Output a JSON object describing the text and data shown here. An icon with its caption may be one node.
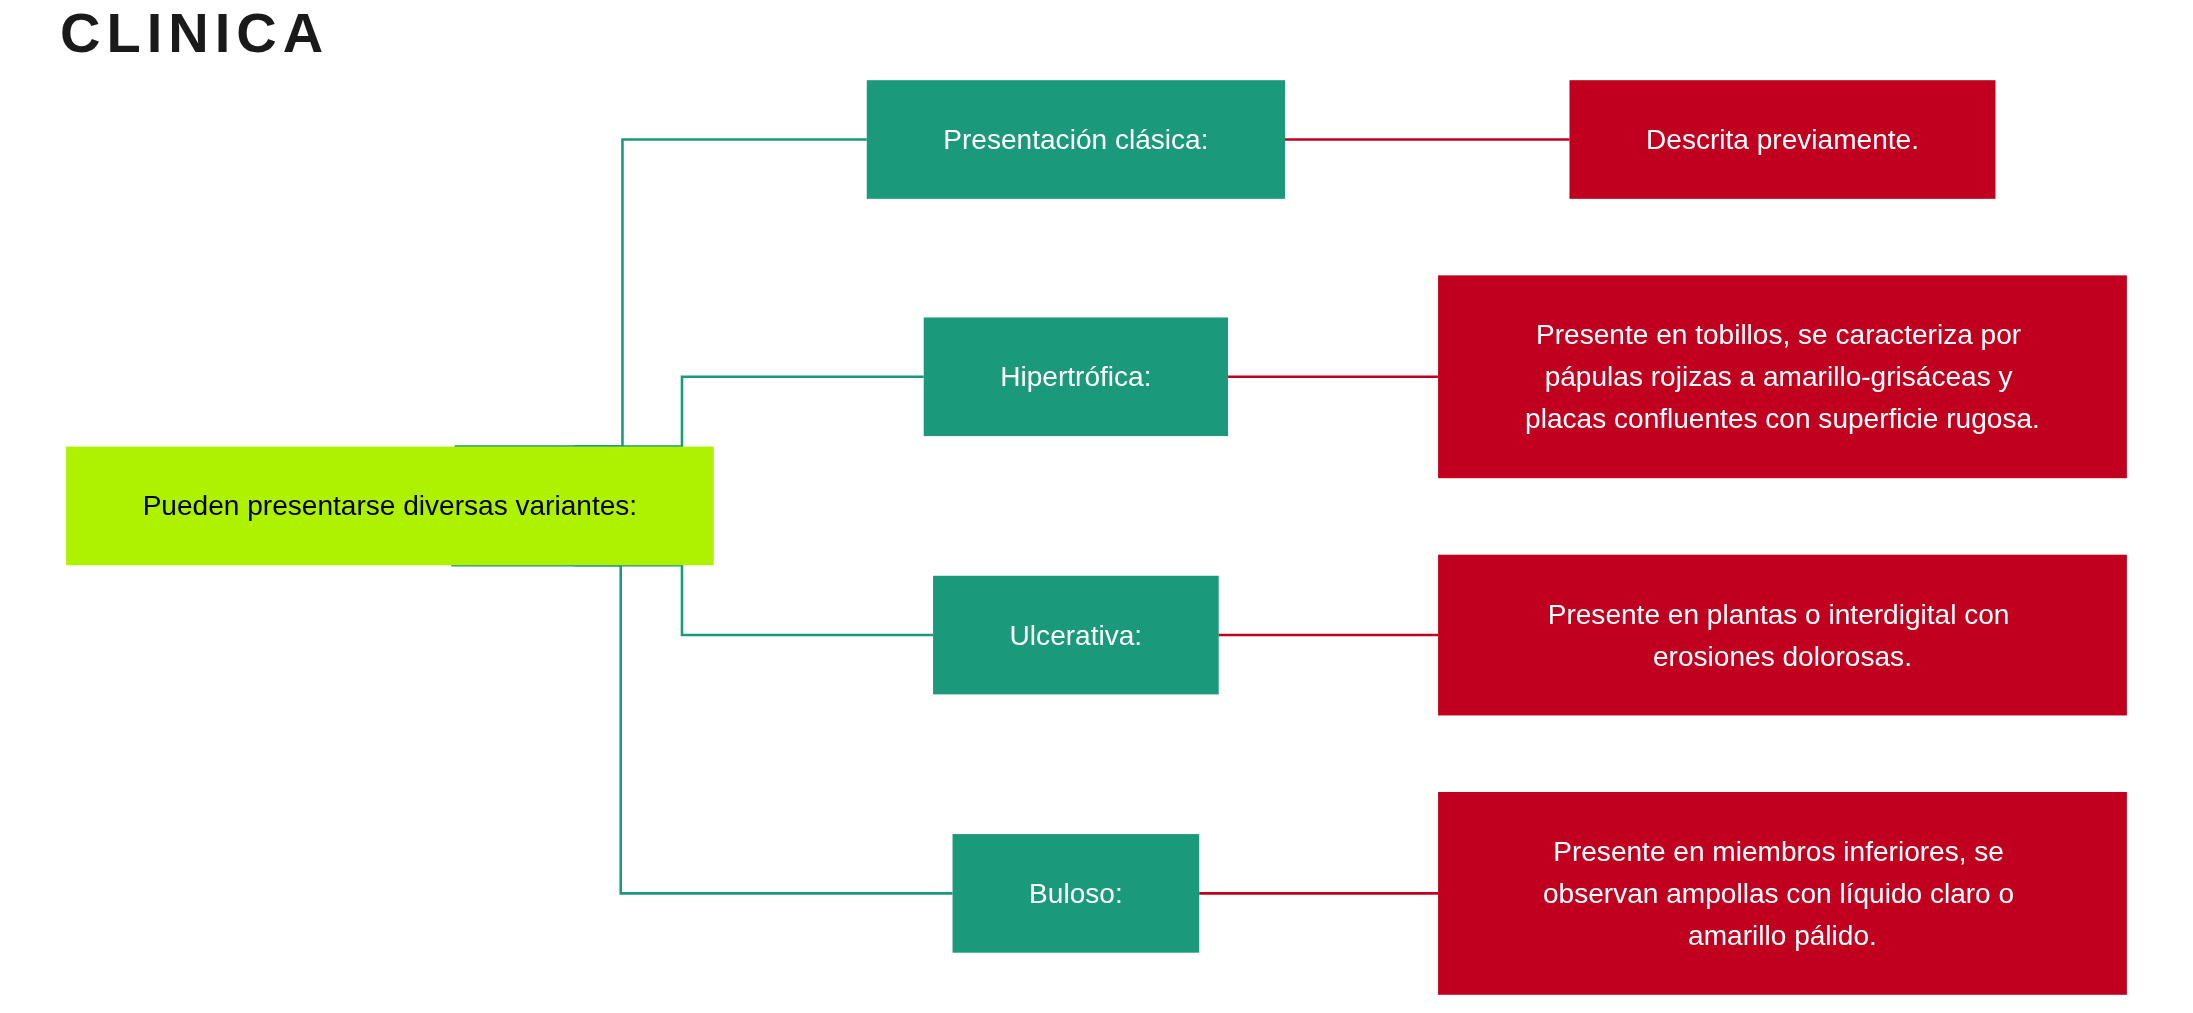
{
  "diagram": {
    "title": "CLINICA",
    "nodes": [
      {
        "text": [
          "Pueden presentarse diversas variantes:"
        ]
      },
      {
        "text": [
          "Presentación clásica:"
        ]
      },
      {
        "text": [
          "Hipertrófica:"
        ]
      },
      {
        "text": [
          "Ulcerativa:"
        ]
      },
      {
        "text": [
          "Buloso:"
        ]
      },
      {
        "text": [
          "Descrita previamente."
        ]
      },
      {
        "text": [
          "Presente en tobillos, se caracteriza por pápulas rojizas a amarillo-grisáceas y placas confluentes con superficie rugosa."
        ]
      },
      {
        "text": [
          "Presente en plantas o interdigital con erosiones dolorosas."
        ]
      },
      {
        "text": [
          "Presente en miembros inferiores, se observan ampollas con líquido claro o amarillo pálido."
        ]
      }
    ],
    "edges": [
      {
        "from": 0,
        "to": 1,
        "arrow": "none",
        "color": "#1a9a7a"
      },
      {
        "from": 0,
        "to": 2,
        "arrow": "none",
        "color": "#1a9a7a"
      },
      {
        "from": 0,
        "to": 3,
        "arrow": "none",
        "color": "#1a9a7a"
      },
      {
        "from": 0,
        "to": 4,
        "arrow": "none",
        "color": "#1a9a7a"
      },
      {
        "from": 1,
        "to": 5,
        "arrow": "none",
        "color": "#c0001e"
      },
      {
        "from": 2,
        "to": 6,
        "arrow": "none",
        "color": "#c0001e"
      },
      {
        "from": 3,
        "to": 7,
        "arrow": "none",
        "color": "#c0001e"
      },
      {
        "from": 4,
        "to": 8,
        "arrow": "none",
        "color": "#c0001e"
      }
    ]
  }
}
